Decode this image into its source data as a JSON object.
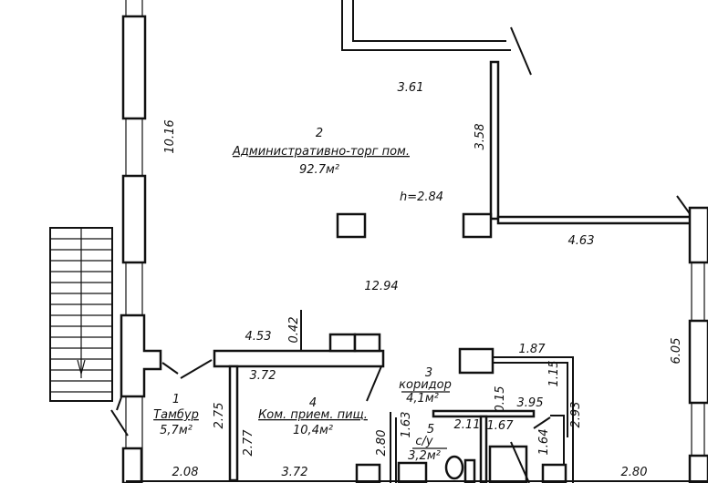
{
  "plan": {
    "rooms": [
      {
        "number": "2",
        "name": "Административно-торг пом.",
        "area": "92.7м²"
      },
      {
        "number": "1",
        "name": "Тамбур",
        "area": "5,7м²"
      },
      {
        "number": "4",
        "name": "Ком. прием. пищ.",
        "area": "10,4м²"
      },
      {
        "number": "3",
        "name": "коридор",
        "area": "4,1м²"
      },
      {
        "number": "5",
        "name": "с/у",
        "area": "3,2м²"
      }
    ],
    "height_label": "h=2.84",
    "dimensions": {
      "d361": "3.61",
      "d1016": "10.16",
      "d358": "3.58",
      "d463": "4.63",
      "d1294": "12.94",
      "d605": "6.05",
      "d453": "4.53",
      "d042": "0.42",
      "d372a": "3.72",
      "d187": "1.87",
      "d115": "1.15",
      "d015": "0.15",
      "d395": "3.95",
      "d293": "2.93",
      "d275": "2.75",
      "d277": "2.77",
      "d280a": "2.80",
      "d163": "1.63",
      "d211": "2.11",
      "d167": "1.67",
      "d164": "1.64",
      "d208": "2.08",
      "d372b": "3.72",
      "d280b": "2.80"
    }
  }
}
